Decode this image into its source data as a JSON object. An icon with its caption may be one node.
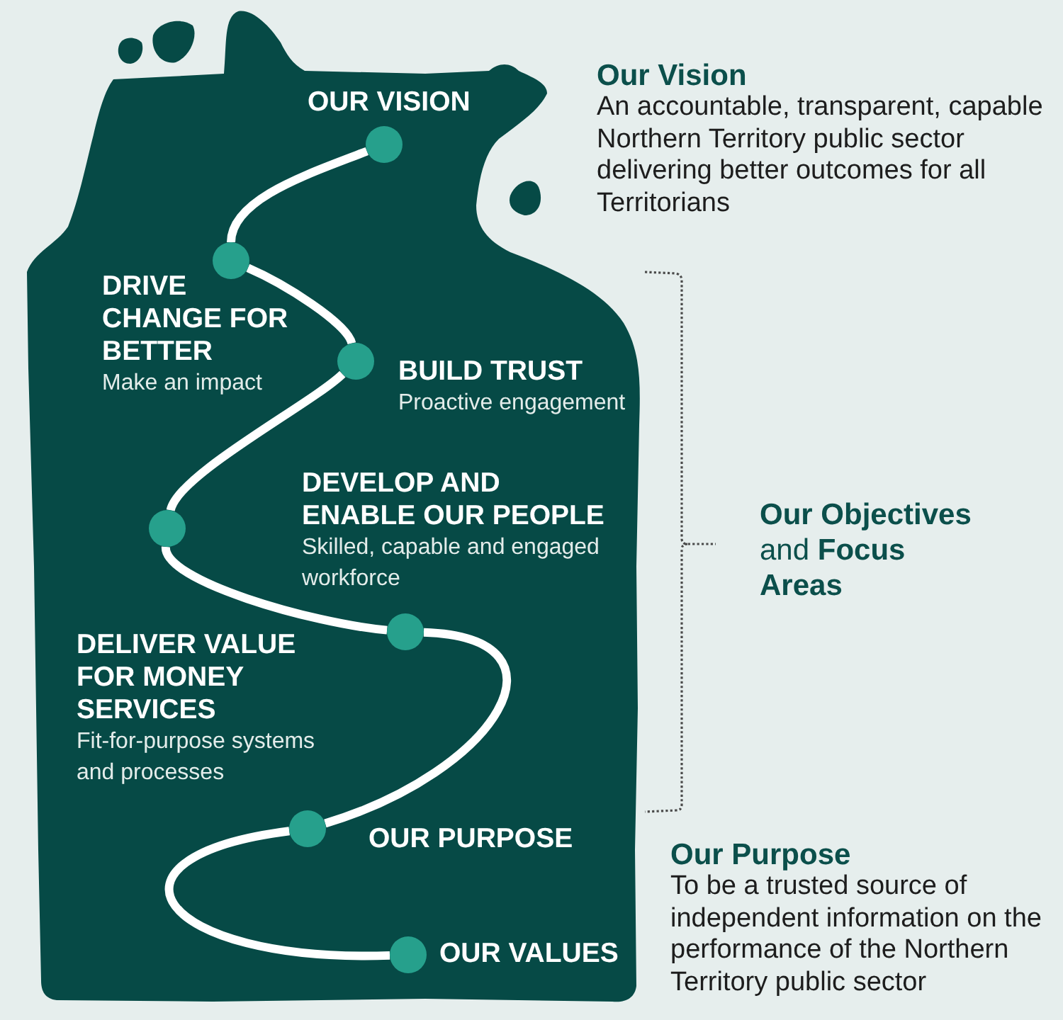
{
  "diagram": {
    "nodes": [
      {
        "text": [],
        "shape": "circle",
        "beside": [
          "OUR VISION"
        ]
      },
      {
        "text": [],
        "shape": "circle",
        "beside": [
          "DRIVE CHANGE FOR BETTER",
          "Make an impact"
        ]
      },
      {
        "text": [],
        "shape": "circle",
        "beside": [
          "BUILD TRUST",
          "Proactive engagement"
        ]
      },
      {
        "text": [],
        "shape": "circle",
        "beside": [
          "DEVELOP AND ENABLE OUR PEOPLE",
          "Skilled, capable and engaged workforce"
        ]
      },
      {
        "text": [],
        "shape": "circle",
        "beside": [
          "DELIVER VALUE FOR MONEY SERVICES",
          "Fit-for-purpose systems and processes"
        ]
      },
      {
        "text": [],
        "shape": "circle",
        "beside": [
          "OUR PURPOSE"
        ]
      },
      {
        "text": [],
        "shape": "circle",
        "beside": [
          "OUR VALUES"
        ]
      }
    ],
    "edges": [
      {
        "from": 0,
        "to": 1,
        "arrow": "none"
      },
      {
        "from": 1,
        "to": 2,
        "arrow": "none"
      },
      {
        "from": 2,
        "to": 3,
        "arrow": "none"
      },
      {
        "from": 3,
        "to": 4,
        "arrow": "none"
      },
      {
        "from": 4,
        "to": 5,
        "arrow": "none"
      },
      {
        "from": 5,
        "to": 6,
        "arrow": "none"
      }
    ],
    "labels": [
      "Our Vision",
      "An accountable, transparent, capable Northern Territory public sector delivering better outcomes for all Territorians",
      "**Our Objectives** and **Focus Areas**",
      "Our Purpose",
      "To be a trusted source of independent information on the performance of the Northern Territory public sector"
    ]
  }
}
